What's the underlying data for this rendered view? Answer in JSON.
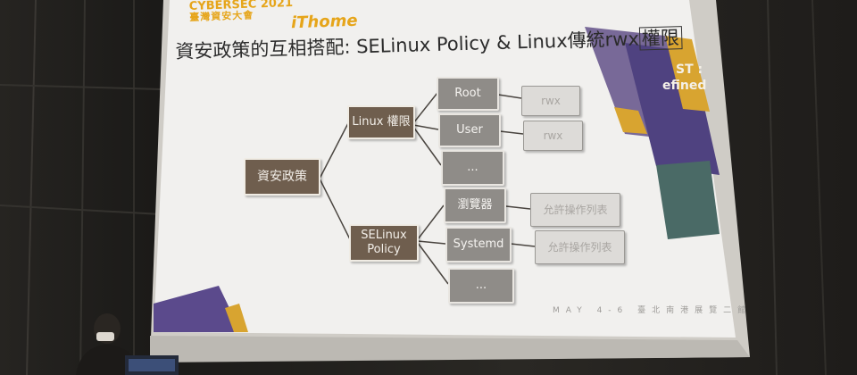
{
  "logo": {
    "cybersec_line1": "CYBERSEC 2021",
    "cybersec_line2": "臺灣資安大會",
    "ithome": "iThome"
  },
  "slide": {
    "title_main": "資安政策的互相搭配: SELinux Policy & Linux傳統rwx",
    "title_boxed": "權限",
    "side_text_line1": "ST :",
    "side_text_line2": "efined",
    "footer": "MAY 4-6 臺北南港展覽二館"
  },
  "tree": {
    "root": "資安政策",
    "branch1": "Linux 權限",
    "branch2_line1": "SELinux",
    "branch2_line2": "Policy",
    "linux_children": [
      "Root",
      "User",
      "..."
    ],
    "linux_perms": [
      "rwx",
      "rwx"
    ],
    "selinux_children": [
      "瀏覽器",
      "Systemd",
      "..."
    ],
    "selinux_perms": [
      "允許操作列表",
      "允許操作列表"
    ]
  },
  "colors": {
    "accent_gold": "#e6a51a",
    "accent_purple": "#5b4a8c",
    "node_brown": "#6f5e4e",
    "node_grey": "#8f8c88"
  }
}
